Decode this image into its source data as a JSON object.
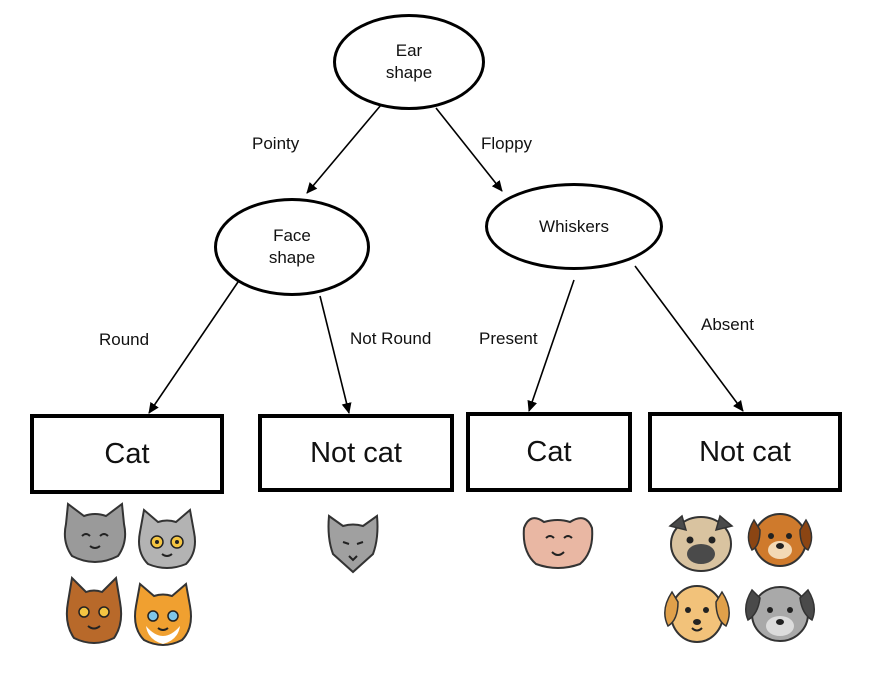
{
  "nodes": {
    "root": {
      "line1": "Ear",
      "line2": "shape"
    },
    "face": {
      "line1": "Face",
      "line2": "shape"
    },
    "whiskers": {
      "label": "Whiskers"
    }
  },
  "edges": {
    "pointy": "Pointy",
    "floppy": "Floppy",
    "round": "Round",
    "not_round": "Not Round",
    "present": "Present",
    "absent": "Absent"
  },
  "leaves": {
    "leaf1": "Cat",
    "leaf2": "Not cat",
    "leaf3": "Cat",
    "leaf4": "Not cat"
  },
  "animals": {
    "leaf1": [
      "gray cat",
      "gray cat",
      "orange cat",
      "orange cat"
    ],
    "leaf2": [
      "gray cat"
    ],
    "leaf3": [
      "pink cat"
    ],
    "leaf4": [
      "pug dog",
      "brown dog",
      "yellow dog",
      "gray dog"
    ]
  },
  "colors": {
    "line": "#000000",
    "gray_cat": "#9a9a9a",
    "brown_cat": "#b8692a",
    "orange_cat": "#f0a030",
    "pink_cat": "#e9b7a3",
    "pug": "#d9c3a0",
    "brown_dog": "#cf7a2c",
    "yellow_dog": "#f2c27a",
    "gray_dog": "#a9a9a9"
  }
}
